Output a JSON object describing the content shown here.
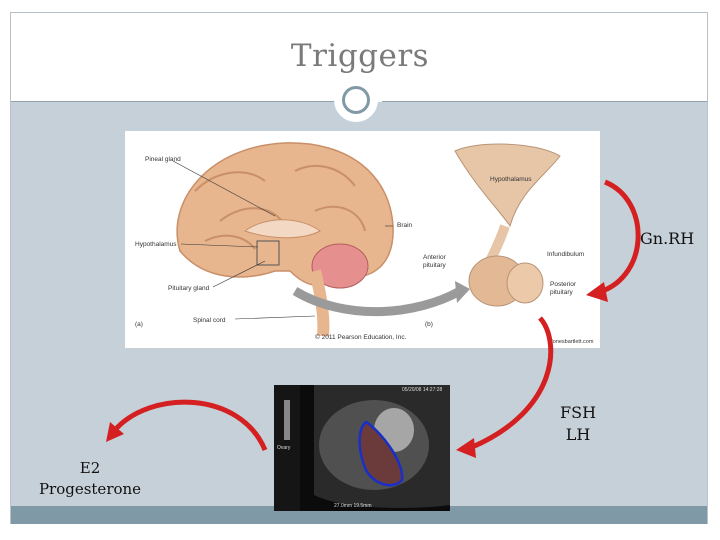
{
  "slide": {
    "title": "Triggers"
  },
  "labels": {
    "gnrh": "Gn.RH",
    "fsh": "FSH",
    "lh": "LH",
    "e2": "E2",
    "progesterone": "Progesterone"
  },
  "brain_figure": {
    "pineal": "Pineal gland",
    "hypothalamus_left": "Hypothalamus",
    "pituitary": "Pituitary gland",
    "spinal": "Spinal cord",
    "brain": "Brain",
    "panel_a": "(a)",
    "panel_b": "(b)",
    "copyright": "© 2011 Pearson Education, Inc.",
    "hypothalamus_right": "Hypothalamus",
    "infundibulum": "Infundibulum",
    "anterior": "Anterior",
    "anterior2": "pituitary",
    "posterior": "Posterior",
    "posterior2": "pituitary",
    "credit": "Jonesbartlett.com"
  },
  "ultrasound": {
    "top_text": "05/20/08 14:27:28",
    "side_text": "Ovary",
    "bottom_text": "27.0mm  19.5mm"
  },
  "colors": {
    "arrow": "#d42020",
    "content_bg": "#c6d0d8",
    "accent": "#7f9aa6",
    "outline": "#1a2fc8"
  }
}
